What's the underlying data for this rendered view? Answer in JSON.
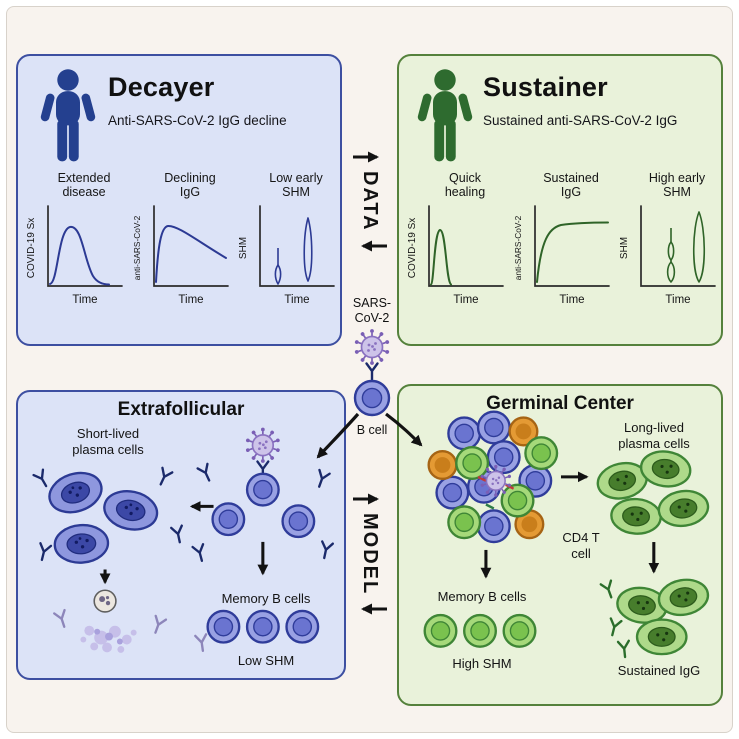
{
  "connectors": {
    "data_label": "DATA",
    "model_label": "MODEL"
  },
  "center": {
    "virus_line1": "SARS-",
    "virus_line2": "CoV-2",
    "bcell_label": "B cell"
  },
  "decayer": {
    "title": "Decayer",
    "subtitle": "Anti-SARS-CoV-2 IgG decline",
    "charts": [
      {
        "line1": "Extended",
        "line2": "disease",
        "ylabel": "COVID-19 Sx",
        "xlabel": "Time"
      },
      {
        "line1": "Declining",
        "line2": "IgG",
        "ylabel": "anti-SARS-CoV-2",
        "xlabel": "Time"
      },
      {
        "line1": "Low early",
        "line2": "SHM",
        "ylabel": "SHM",
        "xlabel": "Time"
      }
    ]
  },
  "sustainer": {
    "title": "Sustainer",
    "subtitle": "Sustained anti-SARS-CoV-2 IgG",
    "charts": [
      {
        "line1": "Quick",
        "line2": "healing",
        "ylabel": "COVID-19 Sx",
        "xlabel": "Time"
      },
      {
        "line1": "Sustained",
        "line2": "IgG",
        "ylabel": "anti-SARS-CoV-2",
        "xlabel": "Time"
      },
      {
        "line1": "High early",
        "line2": "SHM",
        "ylabel": "SHM",
        "xlabel": "Time"
      }
    ]
  },
  "extrafollicular": {
    "title": "Extrafollicular",
    "plasma_line1": "Short-lived",
    "plasma_line2": "plasma cells",
    "memory_label": "Memory B cells",
    "shm_label": "Low SHM"
  },
  "germinal": {
    "title": "Germinal Center",
    "plasma_line1": "Long-lived",
    "plasma_line2": "plasma cells",
    "cd4_line1": "CD4 T",
    "cd4_line2": "cell",
    "memory_label": "Memory B cells",
    "shm_label": "High SHM",
    "igg_label": "Sustained IgG"
  },
  "colors": {
    "decayer_accent": "#24408f",
    "sustainer_accent": "#2e6b2f",
    "panel_blue": "#dce3f7",
    "panel_green": "#e9f2da",
    "arrow": "#121212",
    "virus_purple": "#8a72c0",
    "cell_blue": "#99a1e3",
    "cell_green": "#a6d97a",
    "cell_orange": "#e49a34"
  }
}
